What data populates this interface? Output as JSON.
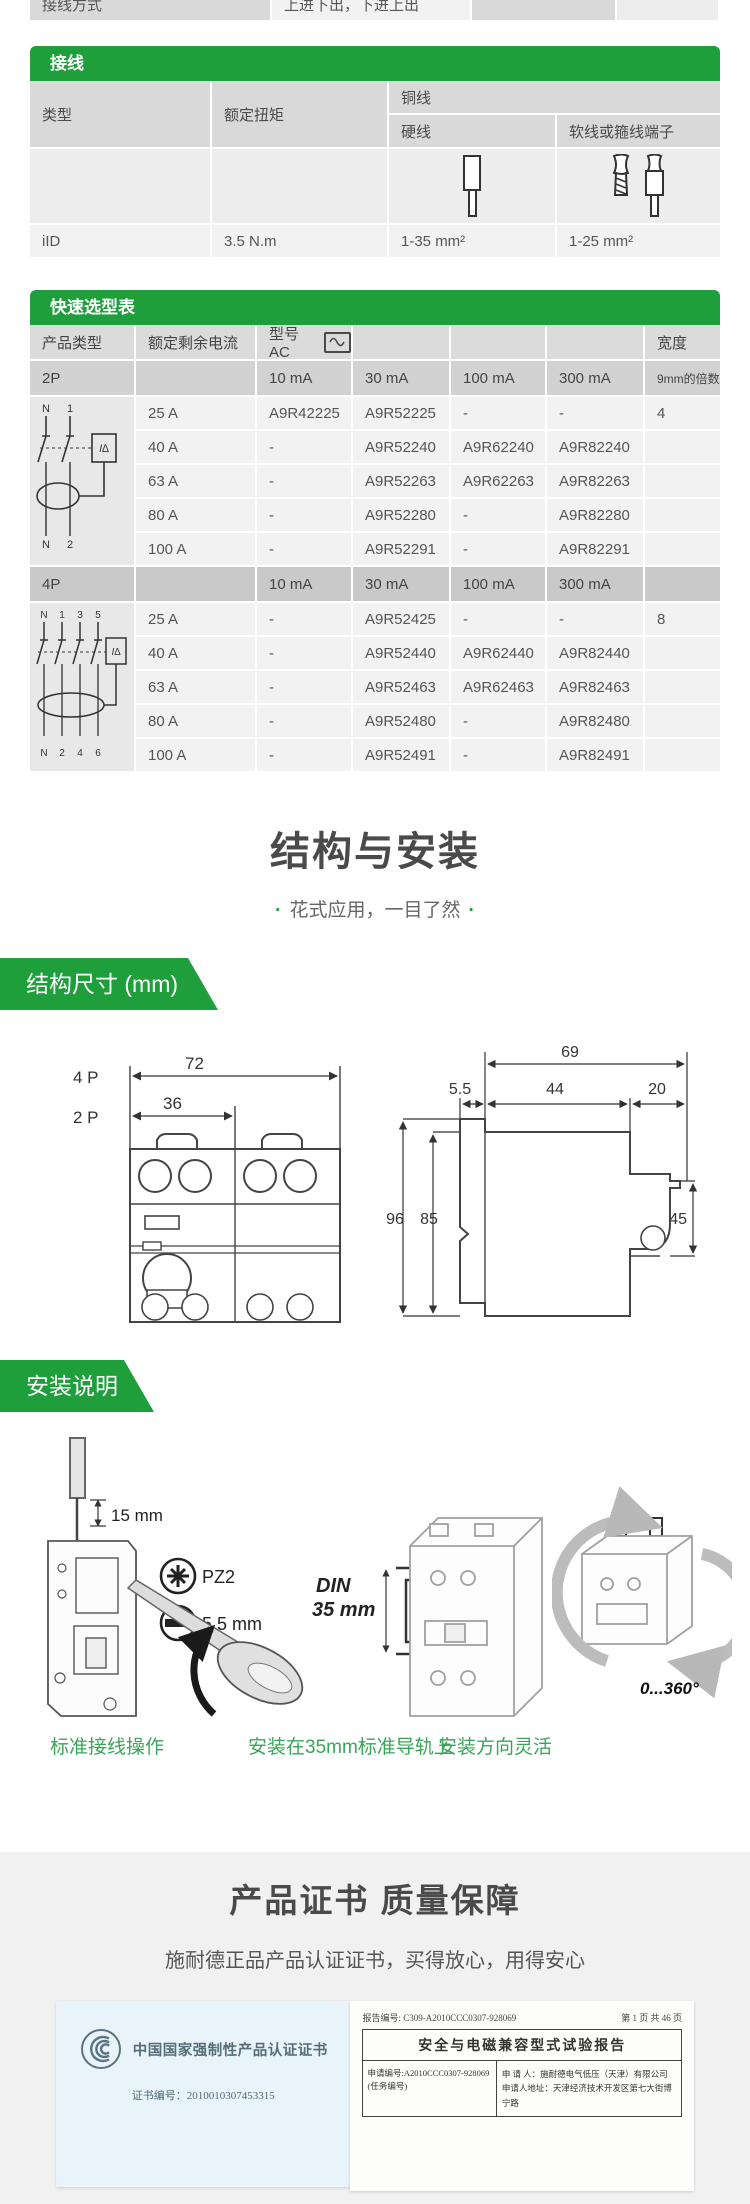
{
  "page": {
    "colors": {
      "accent_green": "#1f9e3c",
      "caption_green": "#3aa558",
      "header_gray": "#d9d9d9",
      "row_gray": "#f2f2f2",
      "cert_bg": "#f1f1f1"
    },
    "icons": {
      "ac-waveform-icon": "sine wave in box",
      "pz2-screw-icon": "pozidriv cross in circle",
      "slot-screw-icon": "flat slot in circle",
      "ccc-logo": "China Compulsory Certification mark"
    }
  },
  "top_row": {
    "c1": "接线方式",
    "c2": "上进下出，下进上出",
    "c3": "",
    "c4": ""
  },
  "wiring_table": {
    "title": "接线",
    "headers": {
      "type": "类型",
      "torque": "额定扭矩",
      "copper": "铜线",
      "rigid": "硬线",
      "flexible": "软线或箍线端子"
    },
    "row": {
      "type": "iID",
      "torque": "3.5 N.m",
      "rigid": "1-35 mm²",
      "flexible": "1-25 mm²"
    }
  },
  "selection_table": {
    "title": "快速选型表",
    "h1": {
      "product": "产品类型",
      "residual": "额定剩余电流",
      "model": "型号AC",
      "width": "宽度"
    },
    "sections": [
      {
        "pole": "2P",
        "ma": [
          "10 mA",
          "30 mA",
          "100 mA",
          "300 mA"
        ],
        "width_note": "9mm的倍数",
        "labels": {
          "tl": "N",
          "t1": "1",
          "t2": "",
          "t3": "",
          "bl": "N",
          "b1": "2",
          "b2": "",
          "b3": "",
          "relay": "I∆"
        },
        "rows": [
          {
            "c": "25 A",
            "v": [
              "A9R42225",
              "A9R52225",
              "-",
              "-"
            ],
            "w": "4"
          },
          {
            "c": "40 A",
            "v": [
              "-",
              "A9R52240",
              "A9R62240",
              "A9R82240"
            ],
            "w": ""
          },
          {
            "c": "63 A",
            "v": [
              "-",
              "A9R52263",
              "A9R62263",
              "A9R82263"
            ],
            "w": ""
          },
          {
            "c": "80 A",
            "v": [
              "-",
              "A9R52280",
              "-",
              "A9R82280"
            ],
            "w": ""
          },
          {
            "c": "100 A",
            "v": [
              "-",
              "A9R52291",
              "-",
              "A9R82291"
            ],
            "w": ""
          }
        ]
      },
      {
        "pole": "4P",
        "ma": [
          "10 mA",
          "30 mA",
          "100 mA",
          "300 mA"
        ],
        "width_note": "",
        "labels": {
          "tl": "N",
          "t1": "1",
          "t2": "3",
          "t3": "5",
          "bl": "N",
          "b1": "2",
          "b2": "4",
          "b3": "6",
          "relay": "I∆"
        },
        "rows": [
          {
            "c": "25 A",
            "v": [
              "-",
              "A9R52425",
              "-",
              "-"
            ],
            "w": "8"
          },
          {
            "c": "40 A",
            "v": [
              "-",
              "A9R52440",
              "A9R62440",
              "A9R82440"
            ],
            "w": ""
          },
          {
            "c": "63 A",
            "v": [
              "-",
              "A9R52463",
              "A9R62463",
              "A9R82463"
            ],
            "w": ""
          },
          {
            "c": "80 A",
            "v": [
              "-",
              "A9R52480",
              "-",
              "A9R82480"
            ],
            "w": ""
          },
          {
            "c": "100 A",
            "v": [
              "-",
              "A9R52491",
              "-",
              "A9R82491"
            ],
            "w": ""
          }
        ]
      }
    ]
  },
  "structure_section": {
    "title": "结构与安装",
    "dot": "·",
    "subtitle": "花式应用，一目了然"
  },
  "dim_banner": "结构尺寸 (mm)",
  "front_view": {
    "label_4p": "4 P",
    "dim_72": "72",
    "label_2p": "2 P",
    "dim_36": "36"
  },
  "side_view": {
    "dim_69": "69",
    "dim_55": "5.5",
    "dim_44": "44",
    "dim_20": "20",
    "dim_96": "96",
    "dim_85": "85",
    "dim_45": "45"
  },
  "install_banner": "安装说明",
  "install": {
    "strip_len": "15 mm",
    "pz2": "PZ2",
    "flat": "5.5 mm",
    "din": "DIN",
    "din_mm": "35 mm",
    "rotate": "0...360°",
    "captions": [
      "标准接线操作",
      "安装在35mm标准导轨上",
      "安装方向灵活"
    ]
  },
  "cert_section": {
    "title": "产品证书 质量保障",
    "subtitle": "施耐德正品产品认证证书，买得放心，用得安心",
    "ccc_cert": {
      "title": "中国国家强制性产品认证证书",
      "number": "证书编号：2010010307453315"
    },
    "report_cert": {
      "report_no": "报告编号:  C309-A2010CCC0307-928069",
      "page_info": "第 1 页 共 46 页",
      "title": "安全与电磁兼容型式试验报告",
      "apply_no": "申请编号:A2010CCC0307-928069",
      "apply_no2": "(任务编号)",
      "applicant": "申 请 人：施耐德电气低压（天津）有限公司",
      "address": "申请人地址：天津经济技术开发区第七大街博宁路"
    }
  }
}
